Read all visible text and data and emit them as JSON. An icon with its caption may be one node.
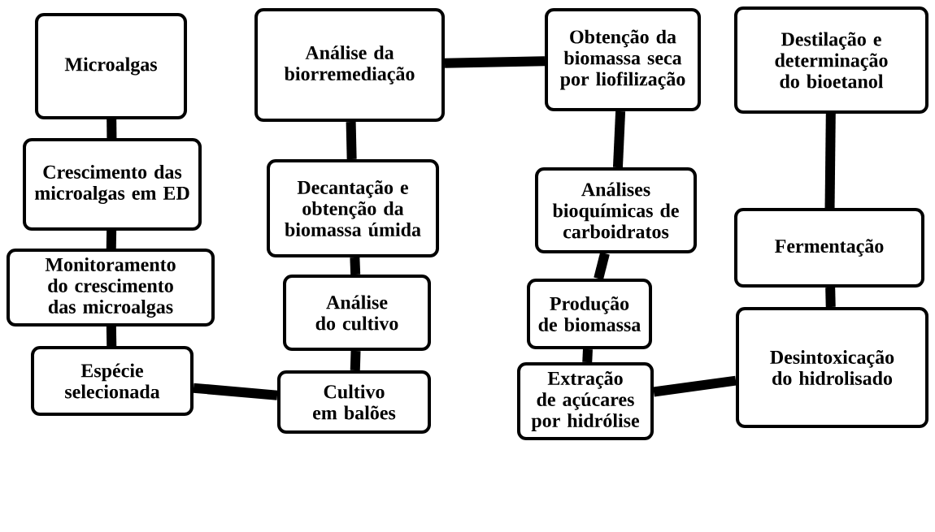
{
  "diagram": {
    "nodes": [
      {
        "text": [
          "Microalgas"
        ]
      },
      {
        "text": [
          "Crescimento das microalgas em ED"
        ]
      },
      {
        "text": [
          "Monitoramento do crescimento das microalgas"
        ]
      },
      {
        "text": [
          "Espécie selecionada"
        ]
      },
      {
        "text": [
          "Cultivo em balões"
        ]
      },
      {
        "text": [
          "Análise do cultivo"
        ]
      },
      {
        "text": [
          "Decantação e obtenção da biomassa úmida"
        ]
      },
      {
        "text": [
          "Análise da biorremediação"
        ]
      },
      {
        "text": [
          "Obtenção da biomassa seca por liofilização"
        ]
      },
      {
        "text": [
          "Análises bioquímicas de carboidratos"
        ]
      },
      {
        "text": [
          "Produção de biomassa"
        ]
      },
      {
        "text": [
          "Extração de açúcares por hidrólise"
        ]
      },
      {
        "text": [
          "Desintoxicação do hidrolisado"
        ]
      },
      {
        "text": [
          "Fermentação"
        ]
      },
      {
        "text": [
          "Destilação e determinação do bioetanol"
        ]
      }
    ],
    "edges": [
      {
        "from": 0,
        "to": 1,
        "arrow": "none"
      },
      {
        "from": 1,
        "to": 2,
        "arrow": "none"
      },
      {
        "from": 2,
        "to": 3,
        "arrow": "none"
      },
      {
        "from": 3,
        "to": 4,
        "arrow": "none"
      },
      {
        "from": 4,
        "to": 5,
        "arrow": "none"
      },
      {
        "from": 5,
        "to": 6,
        "arrow": "none"
      },
      {
        "from": 6,
        "to": 7,
        "arrow": "none"
      },
      {
        "from": 7,
        "to": 8,
        "arrow": "none"
      },
      {
        "from": 8,
        "to": 9,
        "arrow": "none"
      },
      {
        "from": 9,
        "to": 10,
        "arrow": "none"
      },
      {
        "from": 10,
        "to": 11,
        "arrow": "none"
      },
      {
        "from": 11,
        "to": 12,
        "arrow": "none"
      },
      {
        "from": 12,
        "to": 13,
        "arrow": "none"
      },
      {
        "from": 13,
        "to": 14,
        "arrow": "none"
      }
    ]
  }
}
